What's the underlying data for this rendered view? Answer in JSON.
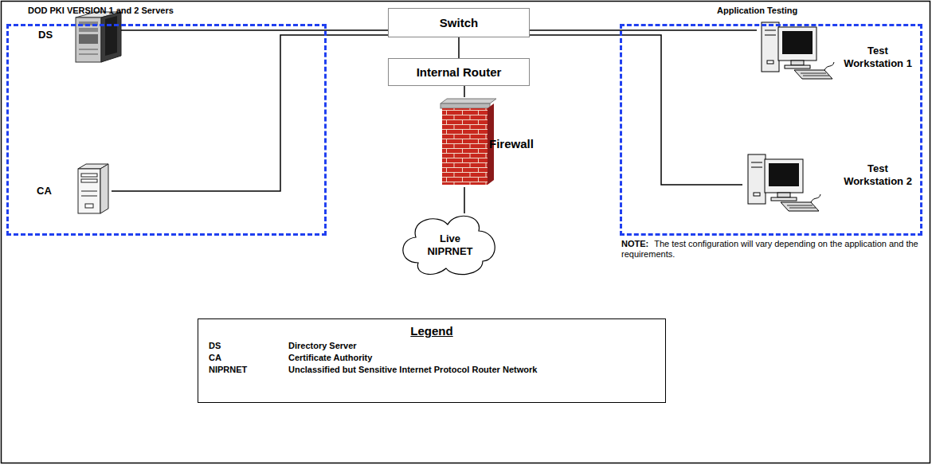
{
  "diagram": {
    "nodes": [
      {
        "text": [
          "DOD PKI VERSION 1 and 2 Servers"
        ]
      },
      {
        "text": [
          "DS"
        ],
        "in": 0
      },
      {
        "text": [
          "CA"
        ],
        "in": 0
      },
      {
        "text": [
          "Switch"
        ]
      },
      {
        "text": [
          "Internal Router"
        ]
      },
      {
        "text": [
          "Firewall"
        ]
      },
      {
        "text": [
          "Live NIPRNET"
        ]
      },
      {
        "text": [
          "Application Testing"
        ]
      },
      {
        "text": [
          "Test Workstation 1"
        ],
        "in": 7
      },
      {
        "text": [
          "Test Workstation 2"
        ],
        "in": 7
      },
      {
        "text": [
          "Legend"
        ]
      }
    ],
    "edges": [
      {
        "from": 1,
        "to": 3,
        "arrow": "none"
      },
      {
        "from": 2,
        "to": 3,
        "arrow": "none"
      },
      {
        "from": 3,
        "to": 4,
        "arrow": "none"
      },
      {
        "from": 4,
        "to": 5,
        "arrow": "none"
      },
      {
        "from": 5,
        "to": 6,
        "arrow": "none"
      },
      {
        "from": 3,
        "to": 8,
        "arrow": "none"
      },
      {
        "from": 3,
        "to": 9,
        "arrow": "none"
      }
    ],
    "labels": [
      "NOTE:",
      "The test configuration will vary depending on the application and the requirements.",
      "DS",
      "Directory Server",
      "CA",
      "Certificate Authority",
      "NIPRNET",
      "Unclassified but Sensitive Internet Protocol Router Network"
    ]
  }
}
